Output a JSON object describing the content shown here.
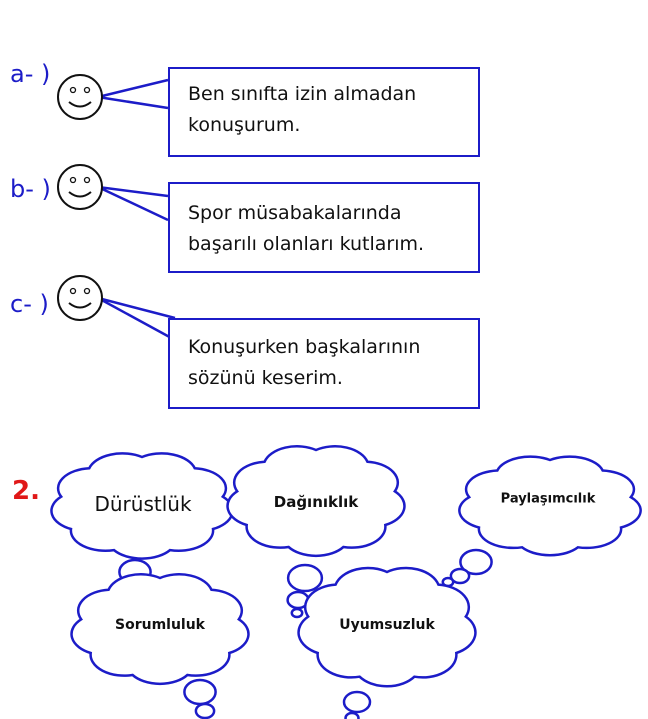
{
  "section1": {
    "items": [
      {
        "label": "a- )",
        "text_line1": "Ben sınıfta izin almadan",
        "text_line2": "konuşurum."
      },
      {
        "label": "b- )",
        "text_line1": "Spor müsabakalarında",
        "text_line2": "başarılı olanları kutlarım."
      },
      {
        "label": "c- )",
        "text_line1": "Konuşurken başkalarının",
        "text_line2": "sözünü keserim."
      }
    ]
  },
  "section2": {
    "number": "2.",
    "clouds": [
      "Dürüstlük",
      "Dağınıklık",
      "Paylaşımcılık",
      "Sorumluluk",
      "Uyumsuzluk"
    ]
  },
  "colors": {
    "accent": "#1c1cc8",
    "number": "#e01818"
  }
}
